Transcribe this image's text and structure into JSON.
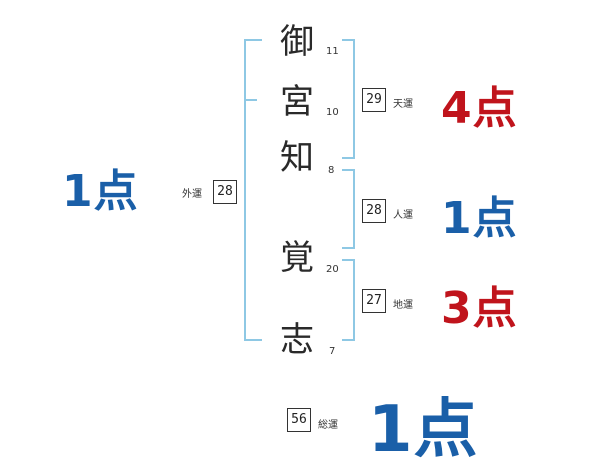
{
  "name_chars": [
    {
      "char": "御",
      "strokes": "11"
    },
    {
      "char": "宮",
      "strokes": "10"
    },
    {
      "char": "知",
      "strokes": "8"
    },
    {
      "char": "覚",
      "strokes": "20"
    },
    {
      "char": "志",
      "strokes": "7"
    }
  ],
  "gaiun": {
    "label": "外運",
    "value": "28",
    "score": "1点"
  },
  "tenun": {
    "label": "天運",
    "value": "29",
    "score": "4点"
  },
  "jinun": {
    "label": "人運",
    "value": "28",
    "score": "1点"
  },
  "chiun": {
    "label": "地運",
    "value": "27",
    "score": "3点"
  },
  "souun": {
    "label": "総運",
    "value": "56",
    "score": "1点"
  },
  "colors": {
    "bracket": "#8ec8e4",
    "blue": "#1a5fa8",
    "red": "#c0141c"
  }
}
